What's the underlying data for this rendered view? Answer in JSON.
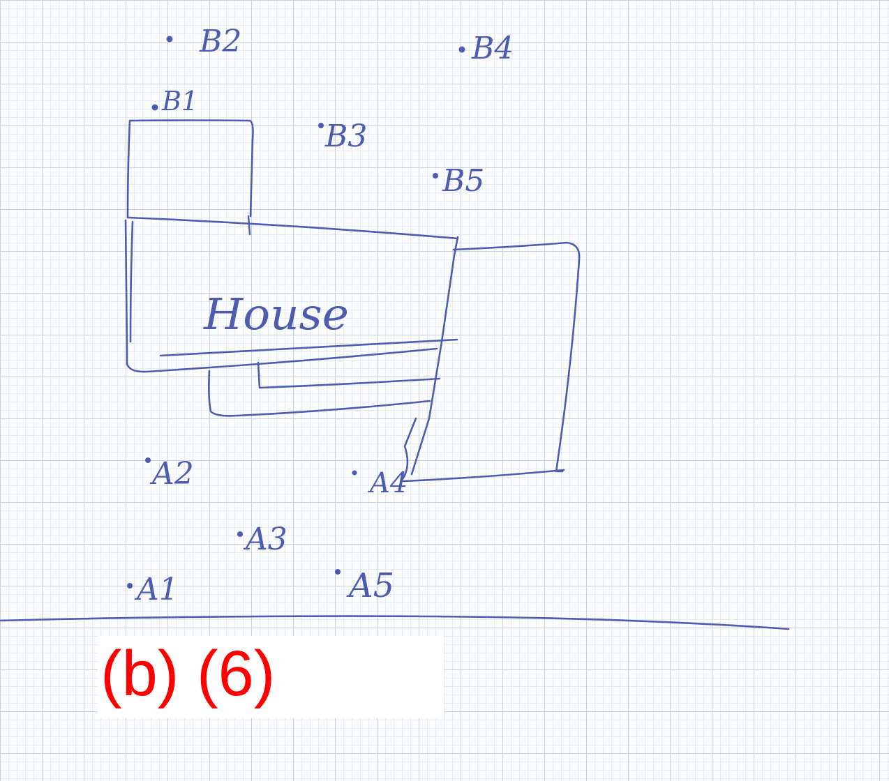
{
  "sketch": {
    "ink_color": "#4d5bb0",
    "label_color": "#ff0000",
    "house_label": "House",
    "points": [
      {
        "label": "B2"
      },
      {
        "label": "B4"
      },
      {
        "label": "B1"
      },
      {
        "label": "B3"
      },
      {
        "label": "B5"
      },
      {
        "label": "A2"
      },
      {
        "label": "A4"
      },
      {
        "label": "A3"
      },
      {
        "label": "A1"
      },
      {
        "label": "A5"
      }
    ]
  },
  "caption": {
    "text": "(b) (6)"
  }
}
